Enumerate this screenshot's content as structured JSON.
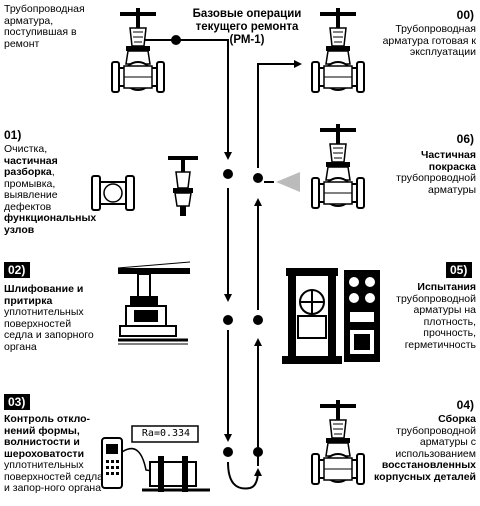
{
  "header": {
    "title": "Базовые операции текущего ремонта (РМ-1)"
  },
  "steps": [
    {
      "id": "step-00-left",
      "number": "",
      "parts": [
        {
          "text": "Трубопроводная арматура, поступившая в ремонт",
          "bold": false
        }
      ]
    },
    {
      "id": "step-01",
      "number": "01)",
      "parts": [
        {
          "text": "Очистка, ",
          "bold": false
        },
        {
          "text": "частичная разборка",
          "bold": true
        },
        {
          "text": ", промывка, выявление дефектов ",
          "bold": false
        },
        {
          "text": "функциональных узлов",
          "bold": true
        }
      ]
    },
    {
      "id": "step-02",
      "number": "02)",
      "parts": [
        {
          "text": "Шлифование и притирка",
          "bold": true
        },
        {
          "text": " уплотнительных поверхностей седла и запорного органа",
          "bold": false
        }
      ]
    },
    {
      "id": "step-03",
      "number": "03)",
      "parts": [
        {
          "text": "Контроль откло-нений формы, волнистости и шероховатости",
          "bold": true
        },
        {
          "text": " уплотнительных поверхностей седла и запор-ного органа",
          "bold": false
        }
      ]
    },
    {
      "id": "step-00-right",
      "number": "00)",
      "parts": [
        {
          "text": "Трубопроводная арматура готовая к эксплуатации",
          "bold": false
        }
      ]
    },
    {
      "id": "step-06",
      "number": "06)",
      "parts": [
        {
          "text": "Частичная покраска",
          "bold": true
        },
        {
          "text": " трубопроводной арматуры",
          "bold": false
        }
      ]
    },
    {
      "id": "step-05",
      "number": "05)",
      "parts": [
        {
          "text": "Испытания",
          "bold": true
        },
        {
          "text": " трубопроводной арматуры на плотность, прочность, герметичность",
          "bold": false
        }
      ]
    },
    {
      "id": "step-04",
      "number": "04)",
      "parts": [
        {
          "text": "Сборка",
          "bold": true
        },
        {
          "text": " трубопроводной арматуры с использованием ",
          "bold": false
        },
        {
          "text": "восстановленных корпусных деталей",
          "bold": true
        }
      ]
    }
  ],
  "roughness_readout": "Ra=0.334",
  "colors": {
    "ink": "#000000",
    "paper": "#ffffff",
    "hatch": "#9a9a9a"
  }
}
